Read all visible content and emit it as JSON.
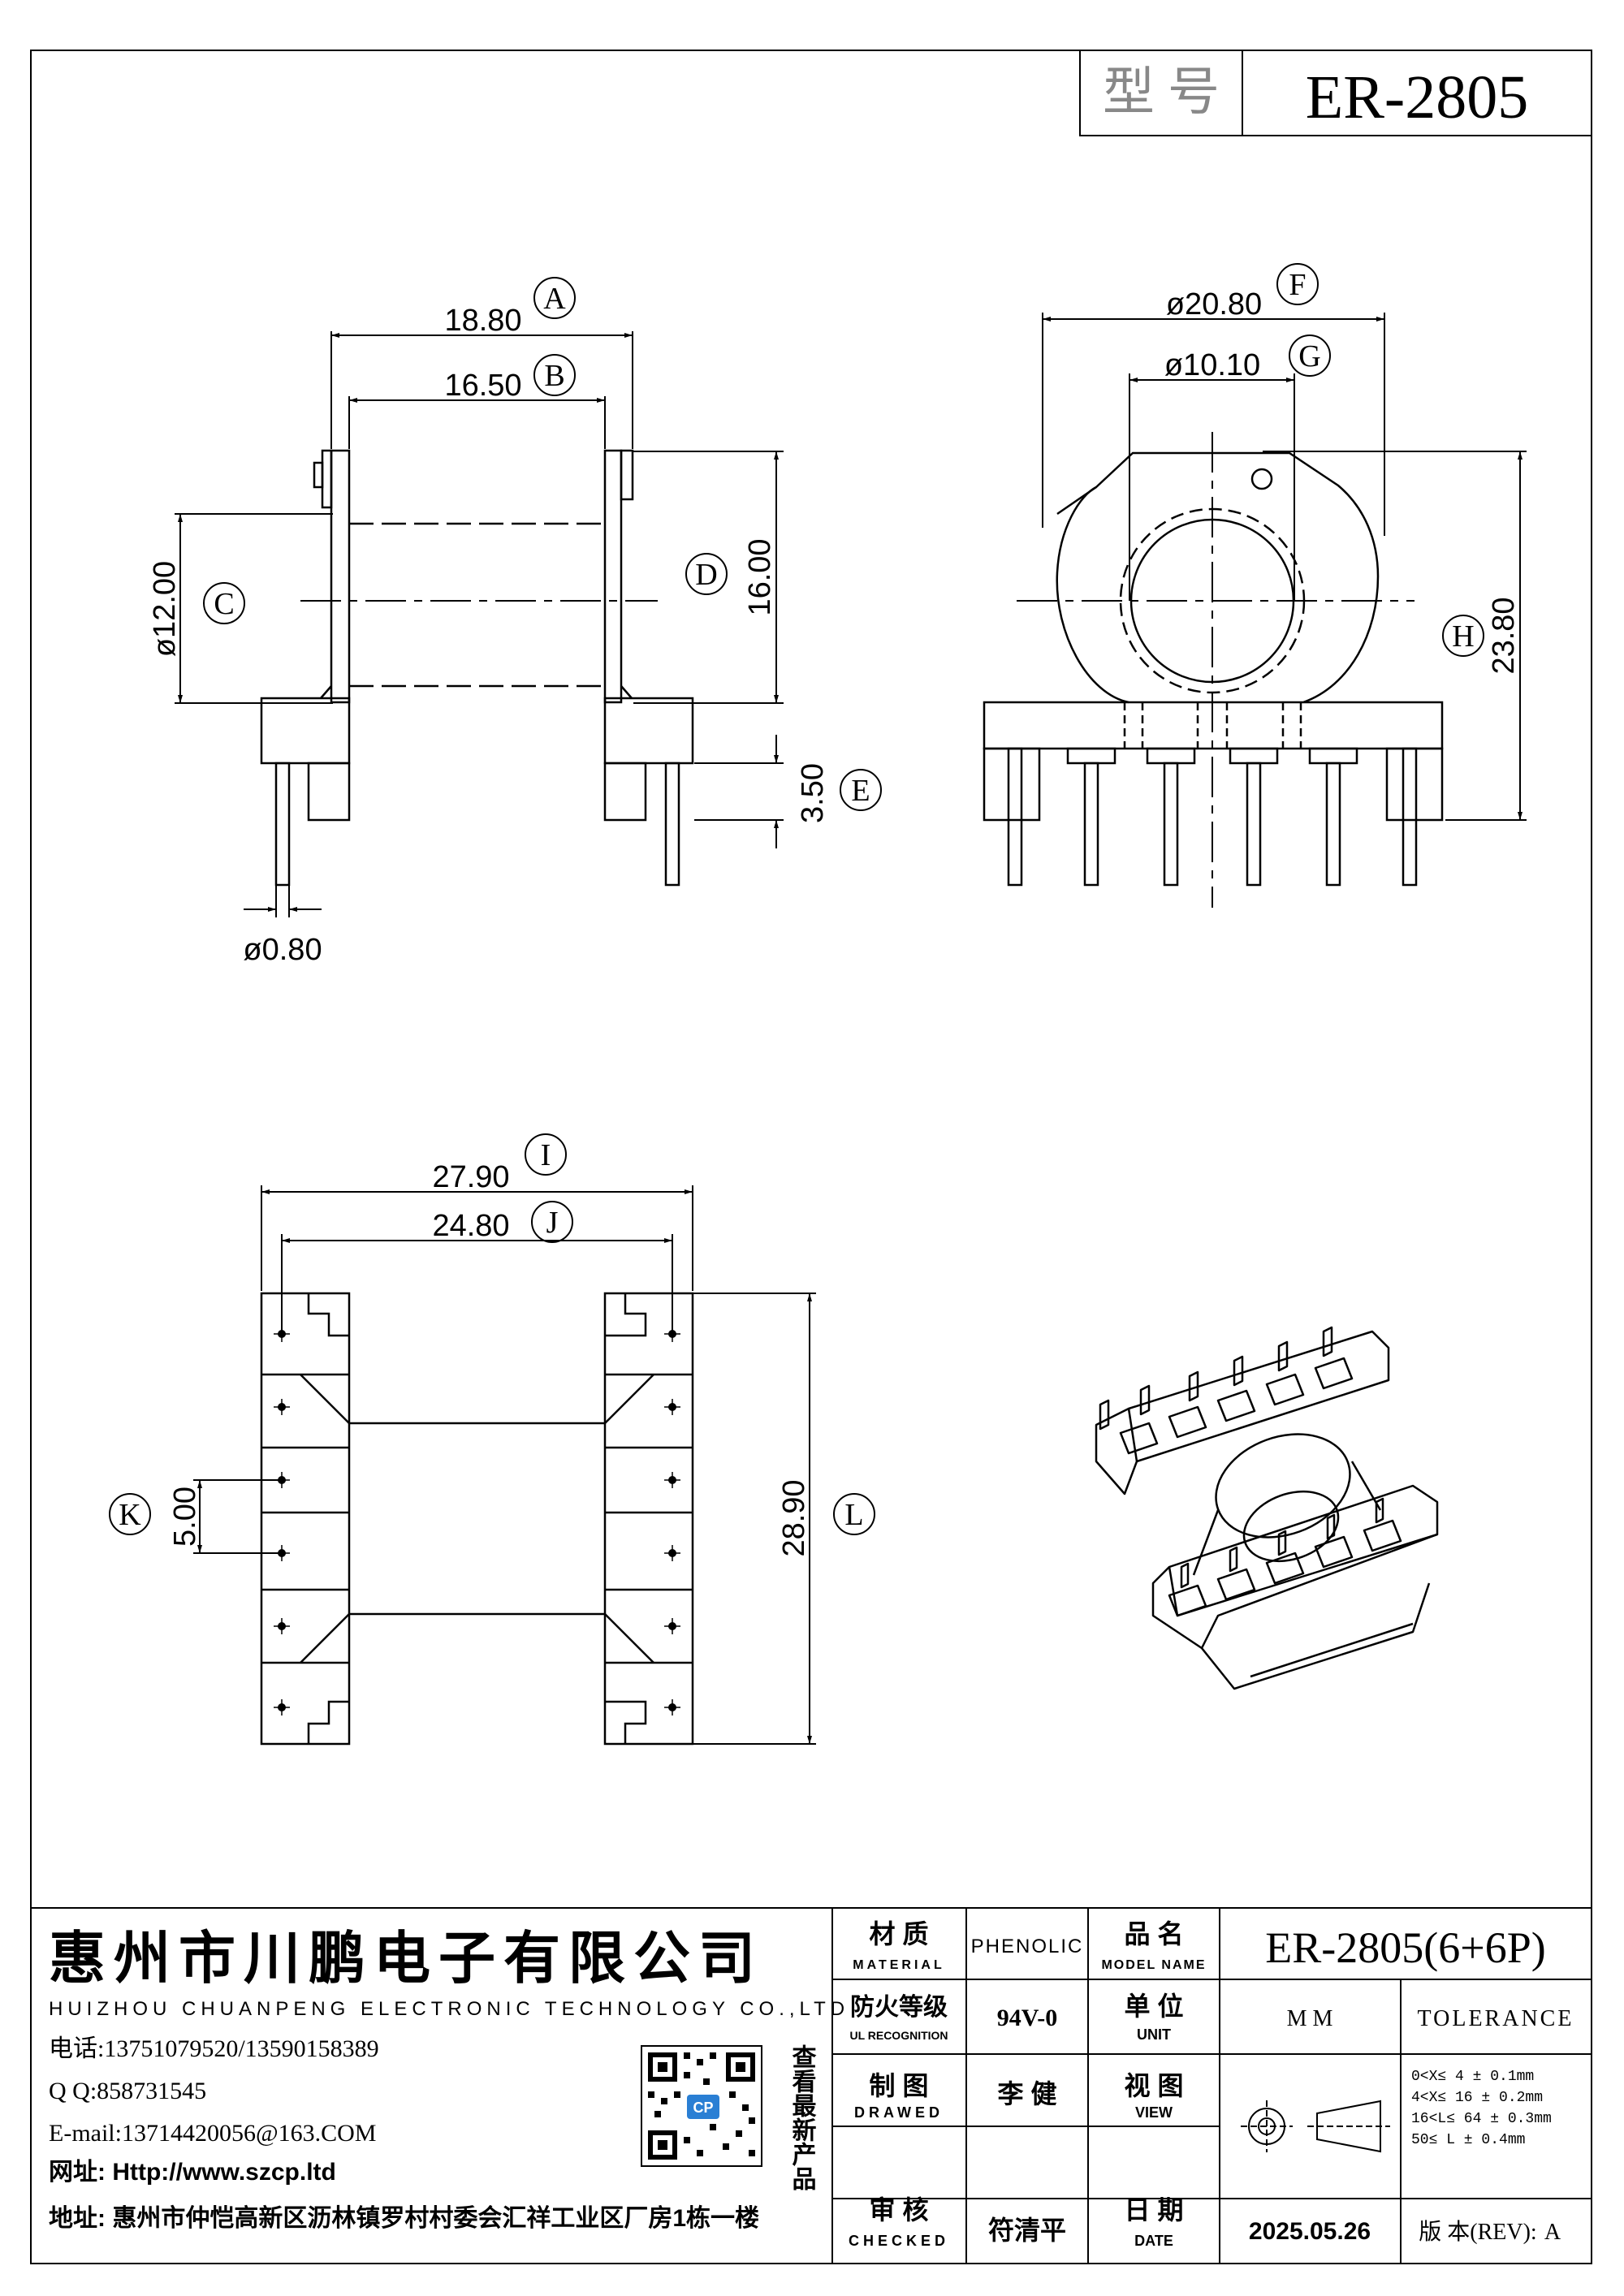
{
  "header": {
    "model_label": "型 号",
    "model_value": "ER-2805"
  },
  "dimensions": {
    "A": {
      "label": "A",
      "value": "18.80"
    },
    "B": {
      "label": "B",
      "value": "16.50"
    },
    "C": {
      "label": "C",
      "value": "ø12.00"
    },
    "D": {
      "label": "D",
      "value": "16.00"
    },
    "E": {
      "label": "E",
      "value": "3.50"
    },
    "pin": {
      "value": "ø0.80"
    },
    "F": {
      "label": "F",
      "value": "ø20.80"
    },
    "G": {
      "label": "G",
      "value": "ø10.10"
    },
    "H": {
      "label": "H",
      "value": "23.80"
    },
    "I": {
      "label": "I",
      "value": "27.90"
    },
    "J": {
      "label": "J",
      "value": "24.80"
    },
    "K": {
      "label": "K",
      "value": "5.00"
    },
    "L": {
      "label": "L",
      "value": "28.90"
    }
  },
  "title_block": {
    "company_cn": "惠州市川鹏电子有限公司",
    "company_en": "HUIZHOU CHUANPENG ELECTRONIC TECHNOLOGY CO.,LTD",
    "phone": "电话:13751079520/13590158389",
    "qq": "Q Q:858731545",
    "email": "E-mail:13714420056@163.COM",
    "website": "网址: Http://www.szcp.ltd",
    "address": "地址: 惠州市仲恺高新区沥林镇罗村村委会汇祥工业区厂房1栋一楼",
    "qr_side_text": "查看最新产品",
    "qr_badge": "CP",
    "material_label_cn": "材 质",
    "material_label_en": "MATERIAL",
    "material_value": "PHENOLIC",
    "model_label_cn": "品 名",
    "model_label_en": "MODEL NAME",
    "model_value": "ER-2805(6+6P)",
    "flame_label_cn": "防火等级",
    "flame_label_en": "UL RECOGNITION",
    "flame_value": "94V-0",
    "unit_label_cn": "单 位",
    "unit_label_en": "UNIT",
    "unit_value": "M M",
    "tolerance_label": "TOLERANCE",
    "drawn_label_cn": "制 图",
    "drawn_label_en": "DRAWED",
    "drawn_value": "李 健",
    "view_label_cn": "视 图",
    "view_label_en": "VIEW",
    "tolerance_rows": [
      "0<X≤ 4    ± 0.1mm",
      "4<X≤ 16   ± 0.2mm",
      "16<L≤ 64  ± 0.3mm",
      "50≤ L     ± 0.4mm"
    ],
    "checked_label_cn": "审 核",
    "checked_label_en": "CHECKED",
    "checked_value": "符清平",
    "date_label_cn": "日 期",
    "date_label_en": "DATE",
    "date_value": "2025.05.26",
    "rev_label": "版 本(REV):",
    "rev_value": "A"
  }
}
